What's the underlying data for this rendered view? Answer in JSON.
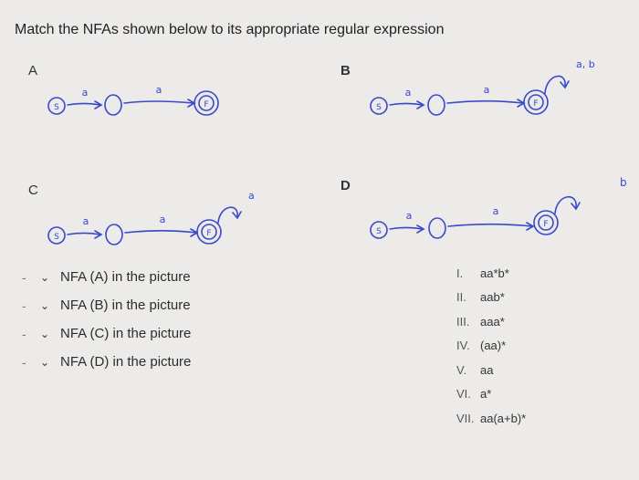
{
  "question": {
    "title": "Match the NFAs shown below to its appropriate regular expression"
  },
  "diagrams": [
    {
      "letter": "A",
      "start_label": "S",
      "final_label": "F",
      "edge1": "a",
      "edge2": "a",
      "loop": ""
    },
    {
      "letter": "B",
      "start_label": "S",
      "final_label": "F",
      "edge1": "a",
      "edge2": "a",
      "loop": "a, b"
    },
    {
      "letter": "C",
      "start_label": "S",
      "final_label": "F",
      "edge1": "a",
      "edge2": "a",
      "loop": "a"
    },
    {
      "letter": "D",
      "start_label": "S",
      "final_label": "F",
      "edge1": "a",
      "edge2": "a",
      "loop": "b"
    }
  ],
  "matches": [
    {
      "dash": "-",
      "chevron": "⌄",
      "label": "NFA (A) in the picture"
    },
    {
      "dash": "-",
      "chevron": "⌄",
      "label": "NFA (B) in the picture"
    },
    {
      "dash": "-",
      "chevron": "⌄",
      "label": "NFA (C) in the picture"
    },
    {
      "dash": "-",
      "chevron": "⌄",
      "label": "NFA (D) in the picture"
    }
  ],
  "options": [
    {
      "num": "I.",
      "expr": "aa*b*"
    },
    {
      "num": "II.",
      "expr": "aab*"
    },
    {
      "num": "III.",
      "expr": "aaa*"
    },
    {
      "num": "IV.",
      "expr": "(aa)*"
    },
    {
      "num": "V.",
      "expr": "aa"
    },
    {
      "num": "VI.",
      "expr": "a*"
    },
    {
      "num": "VII.",
      "expr": "aa(a+b)*"
    }
  ],
  "colors": {
    "ink": "#3a49c9",
    "background": "#ecebe9"
  }
}
